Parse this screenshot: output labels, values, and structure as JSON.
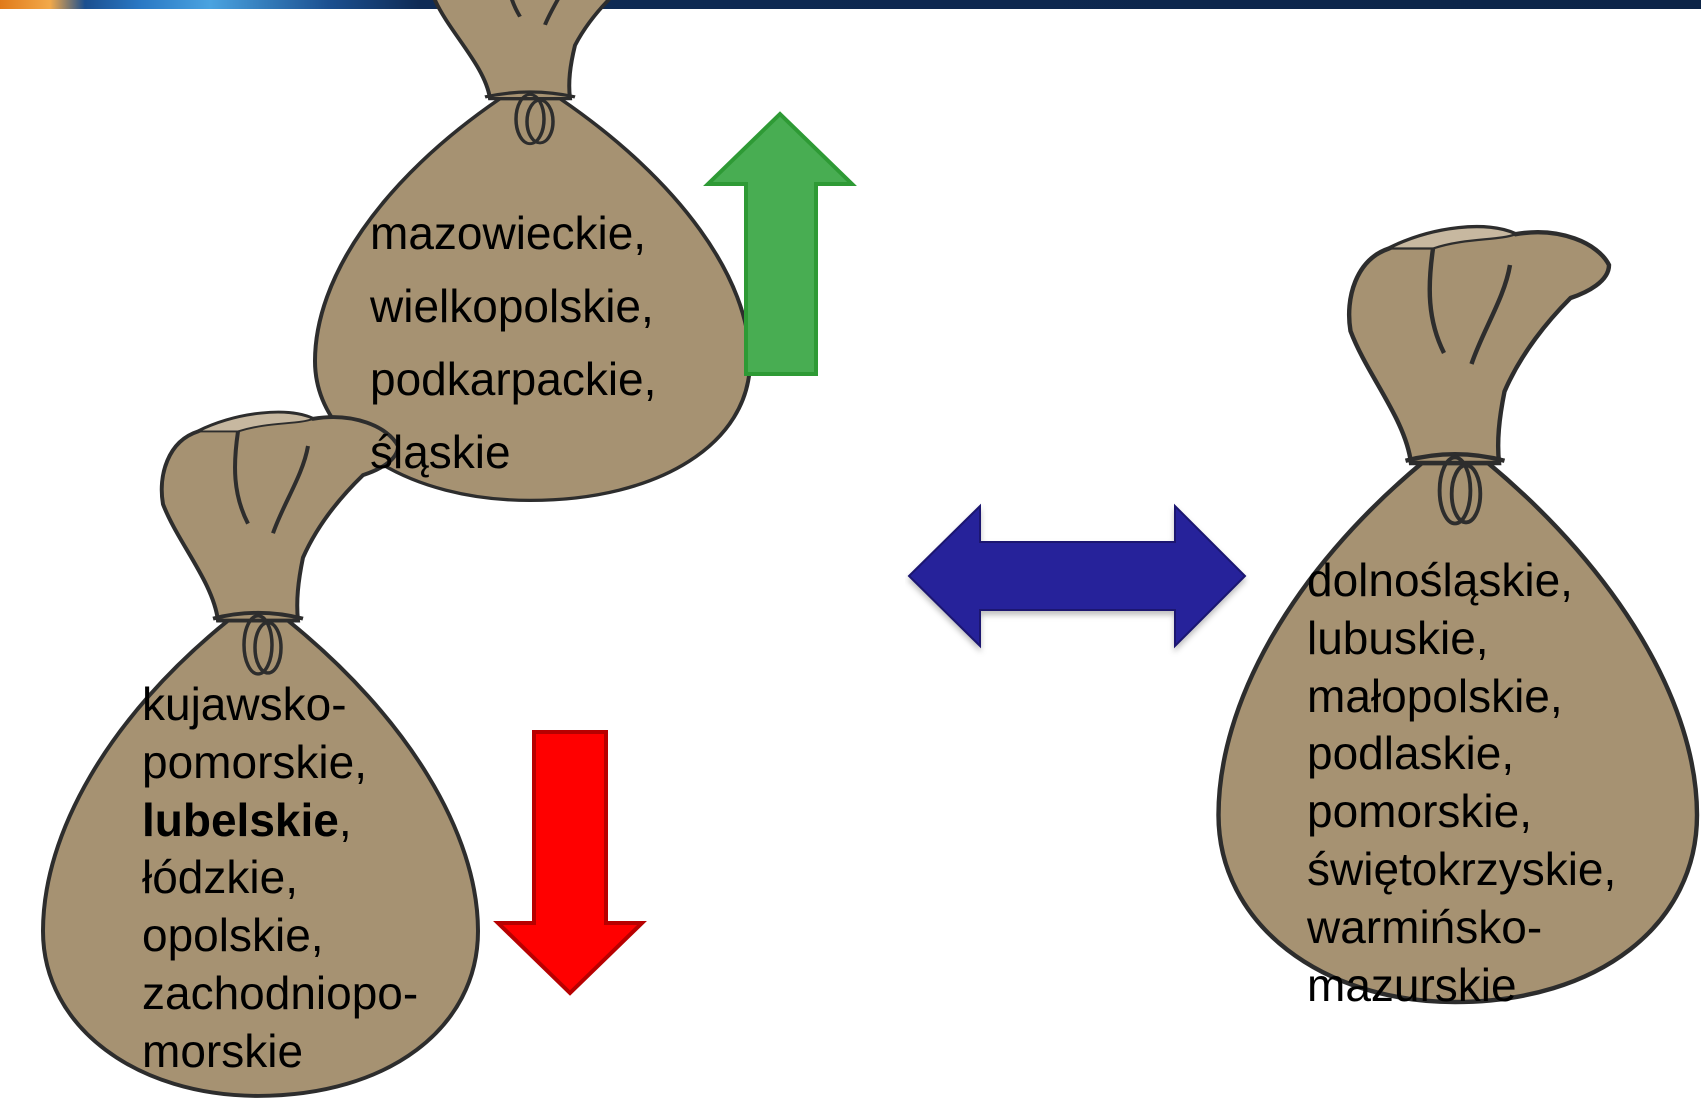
{
  "groups": {
    "top": {
      "regions": [
        "mazowieckie,",
        "wielkopolskie,",
        "podkarpackie,",
        "śląskie"
      ]
    },
    "left": {
      "regions_before": [
        "kujawsko-",
        "pomorskie,"
      ],
      "highlighted_region": "lubelskie",
      "highlighted_suffix": ",",
      "regions_after": [
        "łódzkie,",
        "opolskie,",
        "zachodniopo-",
        "morskie"
      ]
    },
    "right": {
      "regions": [
        "dolnośląskie,",
        "lubuskie,",
        "małopolskie,",
        "podlaskie,",
        "pomorskie,",
        "świętokrzyskie,",
        "warmińsko-",
        "mazurskie"
      ]
    }
  },
  "arrows": {
    "up": {
      "direction": "up",
      "color": "#48ad52"
    },
    "down": {
      "direction": "down",
      "color": "#ff0000"
    },
    "both": {
      "direction": "left-right",
      "color": "#25209a"
    }
  },
  "colors": {
    "bag_fill": "#a69272",
    "bag_outline": "#2d2d2d",
    "bag_tie_light": "#c7b8a0",
    "header_bar": "#0c2447"
  }
}
